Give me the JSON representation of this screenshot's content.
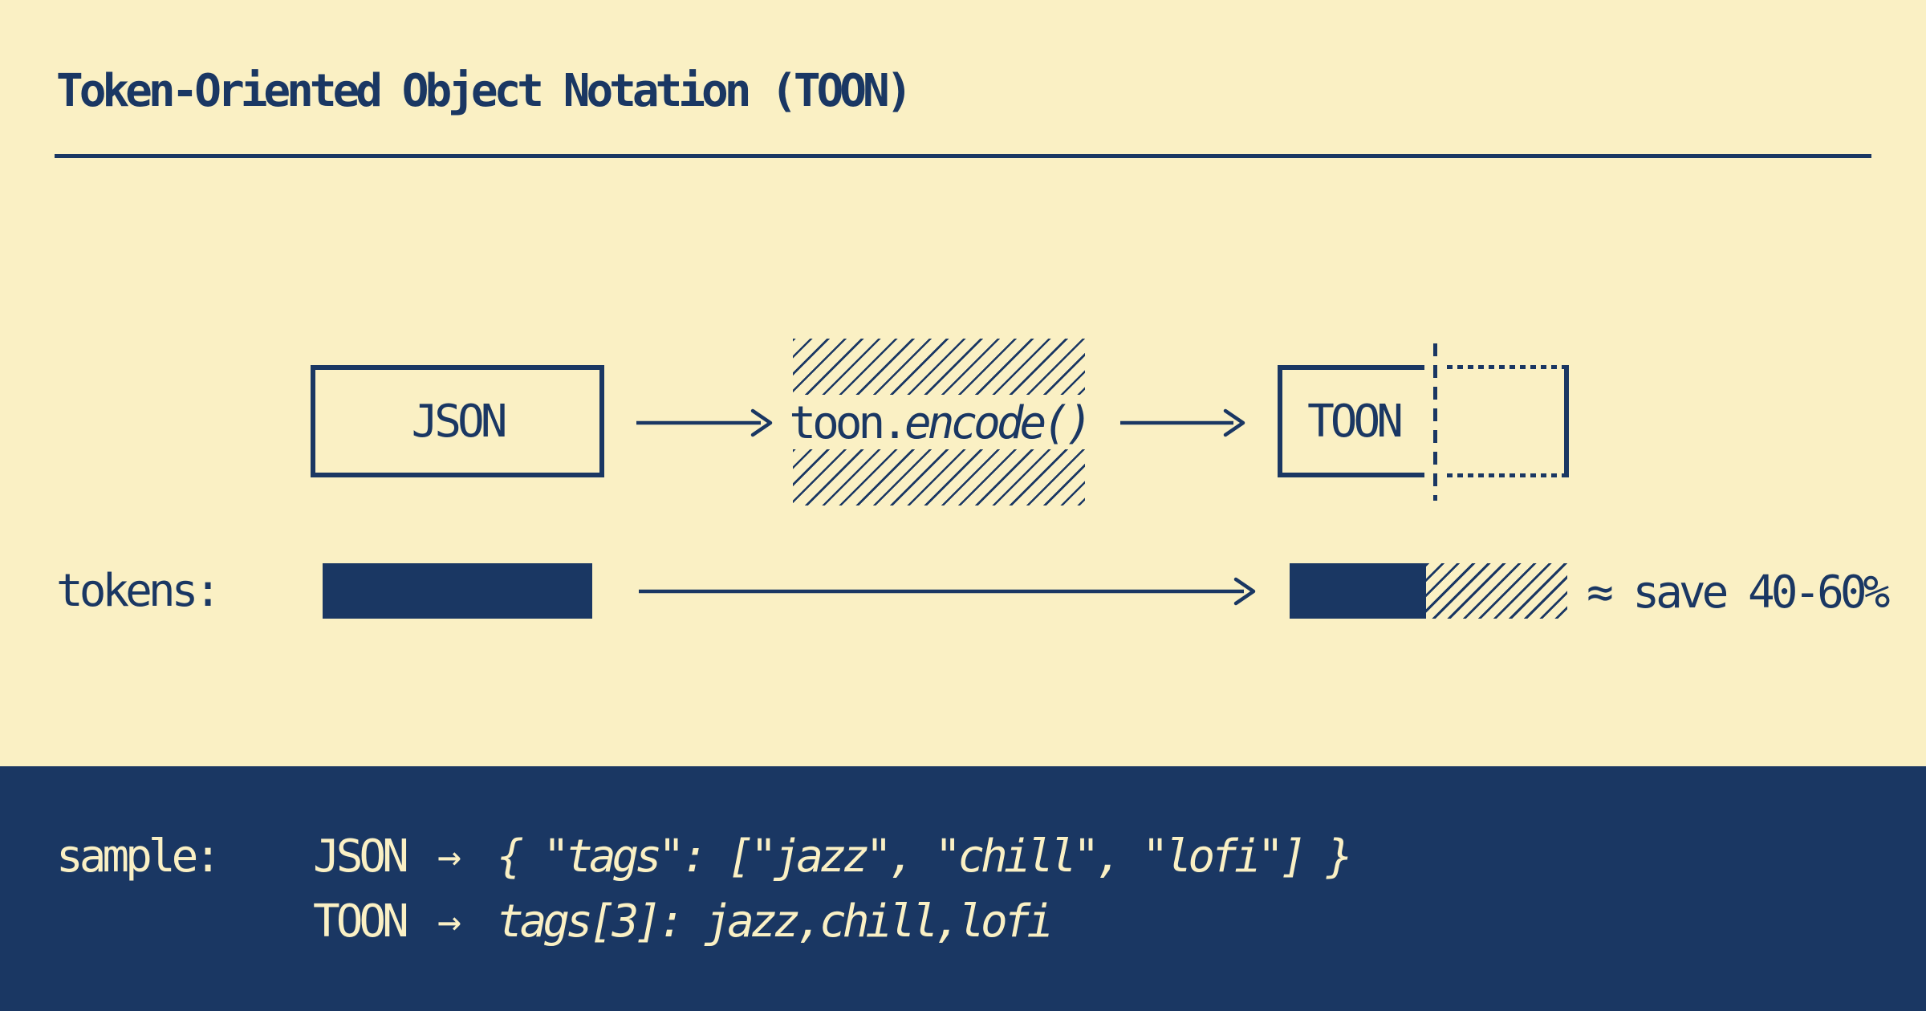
{
  "title": "Token-Oriented Object Notation (TOON)",
  "colors": {
    "cream": "#FAF0C4",
    "navy": "#1A3763"
  },
  "pipeline": {
    "input_label": "JSON",
    "encoder_prefix": "toon.",
    "encoder_call": "encode()",
    "output_label": "TOON"
  },
  "tokens_row": {
    "label": "tokens:",
    "savings": "≈ save 40-60%"
  },
  "sample": {
    "label": "sample:",
    "rows": [
      {
        "format": "JSON",
        "arrow": "→",
        "code": "{ \"tags\": [\"jazz\", \"chill\", \"lofi\"] }"
      },
      {
        "format": "TOON",
        "arrow": "→",
        "code": "tags[3]: jazz,chill,lofi"
      }
    ]
  }
}
